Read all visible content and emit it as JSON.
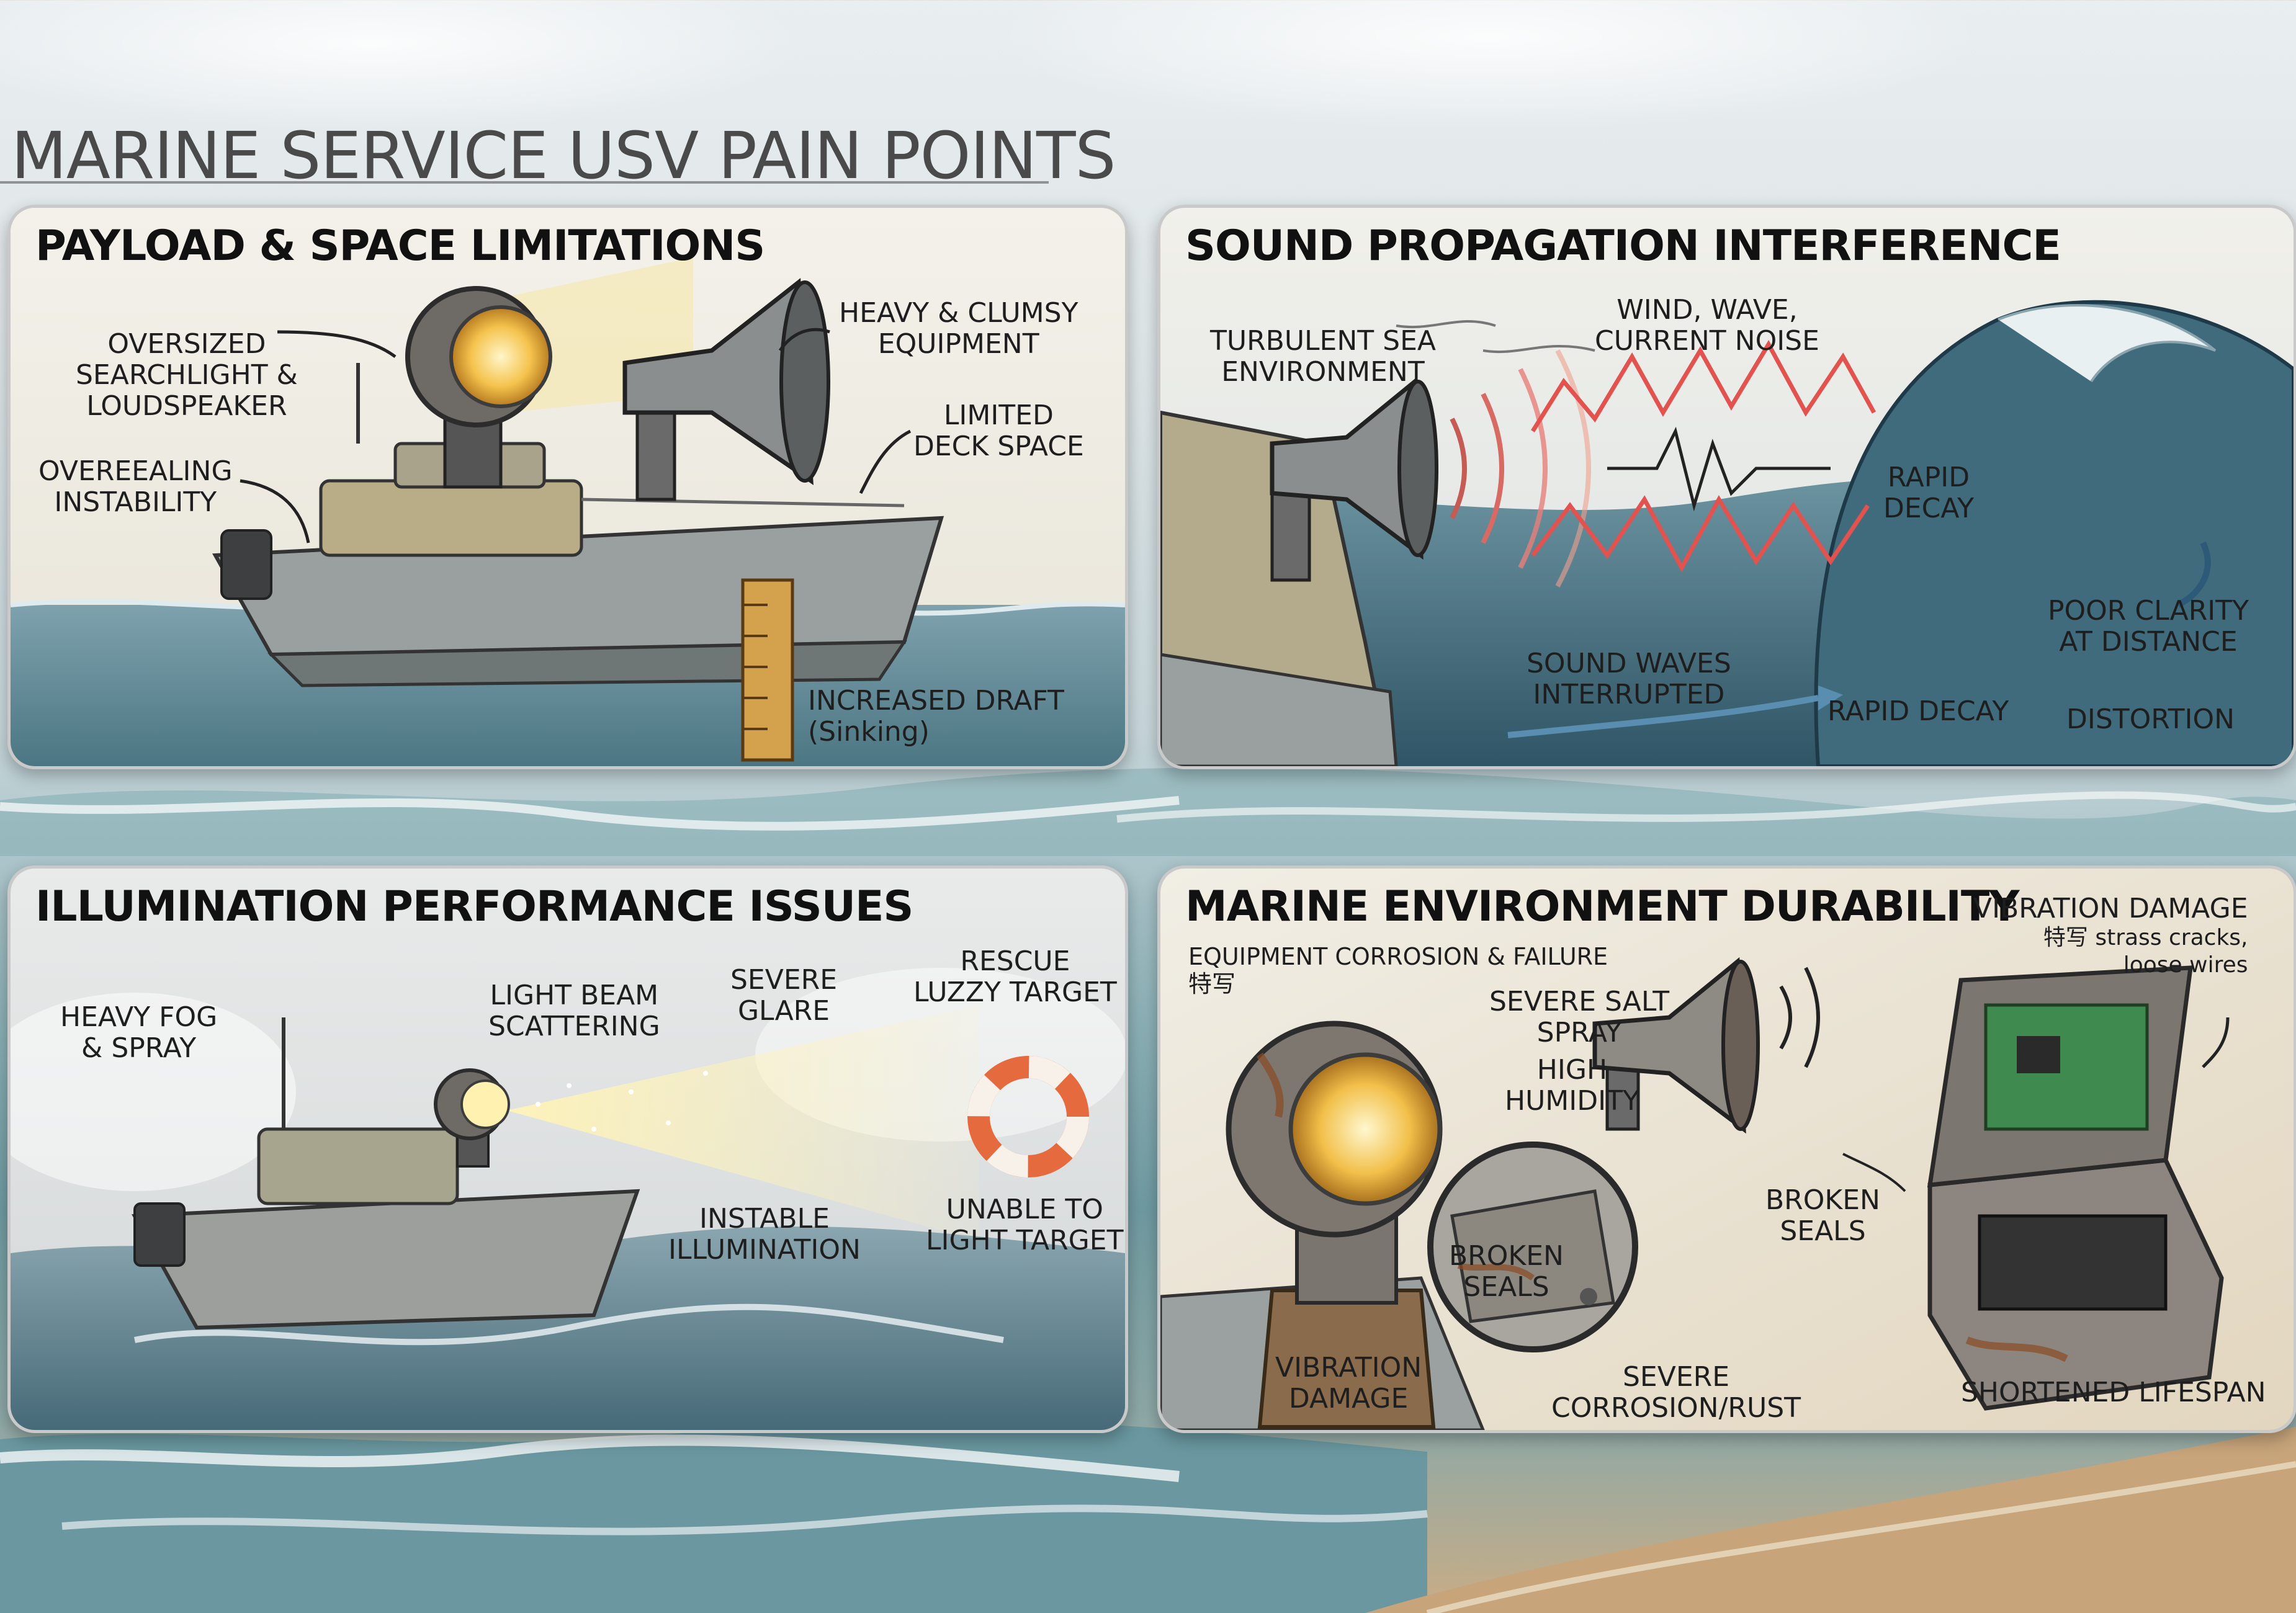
{
  "page_title": "MARINE SERVICE USV PAIN POINTS",
  "panels": {
    "payload": {
      "title": "PAYLOAD & SPACE LIMITATIONS",
      "labels": {
        "oversized": [
          "OVERSIZED",
          "SEARCHLIGHT &",
          "LOUDSPEAKER"
        ],
        "heavy": [
          "HEAVY & CLUMSY",
          "EQUIPMENT"
        ],
        "deck": [
          "LIMITED",
          "DECK SPACE"
        ],
        "instability": [
          "OVEREEALING",
          "INSTABILITY"
        ],
        "draft": [
          "INCREASED DRAFT",
          "(Sinking)"
        ]
      }
    },
    "sound": {
      "title": "SOUND PROPAGATION INTERFERENCE",
      "labels": {
        "turbulent": [
          "TURBULENT SEA",
          "ENVIRONMENT"
        ],
        "wind": [
          "WIND, WAVE,",
          "CURRENT NOISE"
        ],
        "rapid_decay_top": [
          "RAPID",
          "DECAY"
        ],
        "poor_clarity": [
          "POOR CLARITY",
          "AT DISTANCE"
        ],
        "interrupted": [
          "SOUND WAVES",
          "INTERRUPTED"
        ],
        "rapid_decay_bottom": [
          "RAPID DECAY"
        ],
        "distortion": [
          "DISTORTION"
        ]
      }
    },
    "illumination": {
      "title": "ILLUMINATION PERFORMANCE ISSUES",
      "labels": {
        "fog": [
          "HEAVY FOG",
          "& SPRAY"
        ],
        "scattering": [
          "LIGHT BEAM",
          "SCATTERING"
        ],
        "glare": [
          "SEVERE",
          "GLARE"
        ],
        "rescue": [
          "RESCUE",
          "LUZZY TARGET"
        ],
        "instable": [
          "INSTABLE",
          "ILLUMINATION"
        ],
        "unable": [
          "UNABLE TO",
          "LIGHT TARGET"
        ]
      }
    },
    "durability": {
      "title": "MARINE ENVIRONMENT DURABILITY",
      "labels": {
        "corrosion_failure": [
          "EQUIPMENT CORROSION & FAILURE",
          "特写"
        ],
        "vibration_top": [
          "VIBRATION DAMAGE",
          "特写 strass cracks,",
          "loose wires"
        ],
        "salt": [
          "SEVERE SALT",
          "SPRAY"
        ],
        "humidity": [
          "HIGH",
          "HUMIDITY"
        ],
        "broken_seals_right": [
          "BROKEN",
          "SEALS"
        ],
        "broken_seals_left": [
          "BROKEN",
          "SEALS"
        ],
        "vibration_bottom": [
          "VIBRATION",
          "DAMAGE"
        ],
        "severe_corrosion": [
          "SEVERE",
          "CORROSION/RUST"
        ],
        "lifespan": [
          "SHORTENED LIFESPAN"
        ]
      }
    }
  },
  "colors": {
    "title_text": "#4a4a4a",
    "panel_title": "#111111",
    "label_text": "#1e1e1e",
    "sea": "#5f8f99",
    "rust": "#8a4a22",
    "light_beam": "#f6e7a6",
    "noise_red": "#e2524f"
  },
  "icons": [
    "searchlight-icon",
    "loudspeaker-icon",
    "boat-icon",
    "lifebuoy-icon",
    "wave-icon",
    "electronics-box-icon",
    "magnifier-icon",
    "draft-gauge-icon"
  ]
}
